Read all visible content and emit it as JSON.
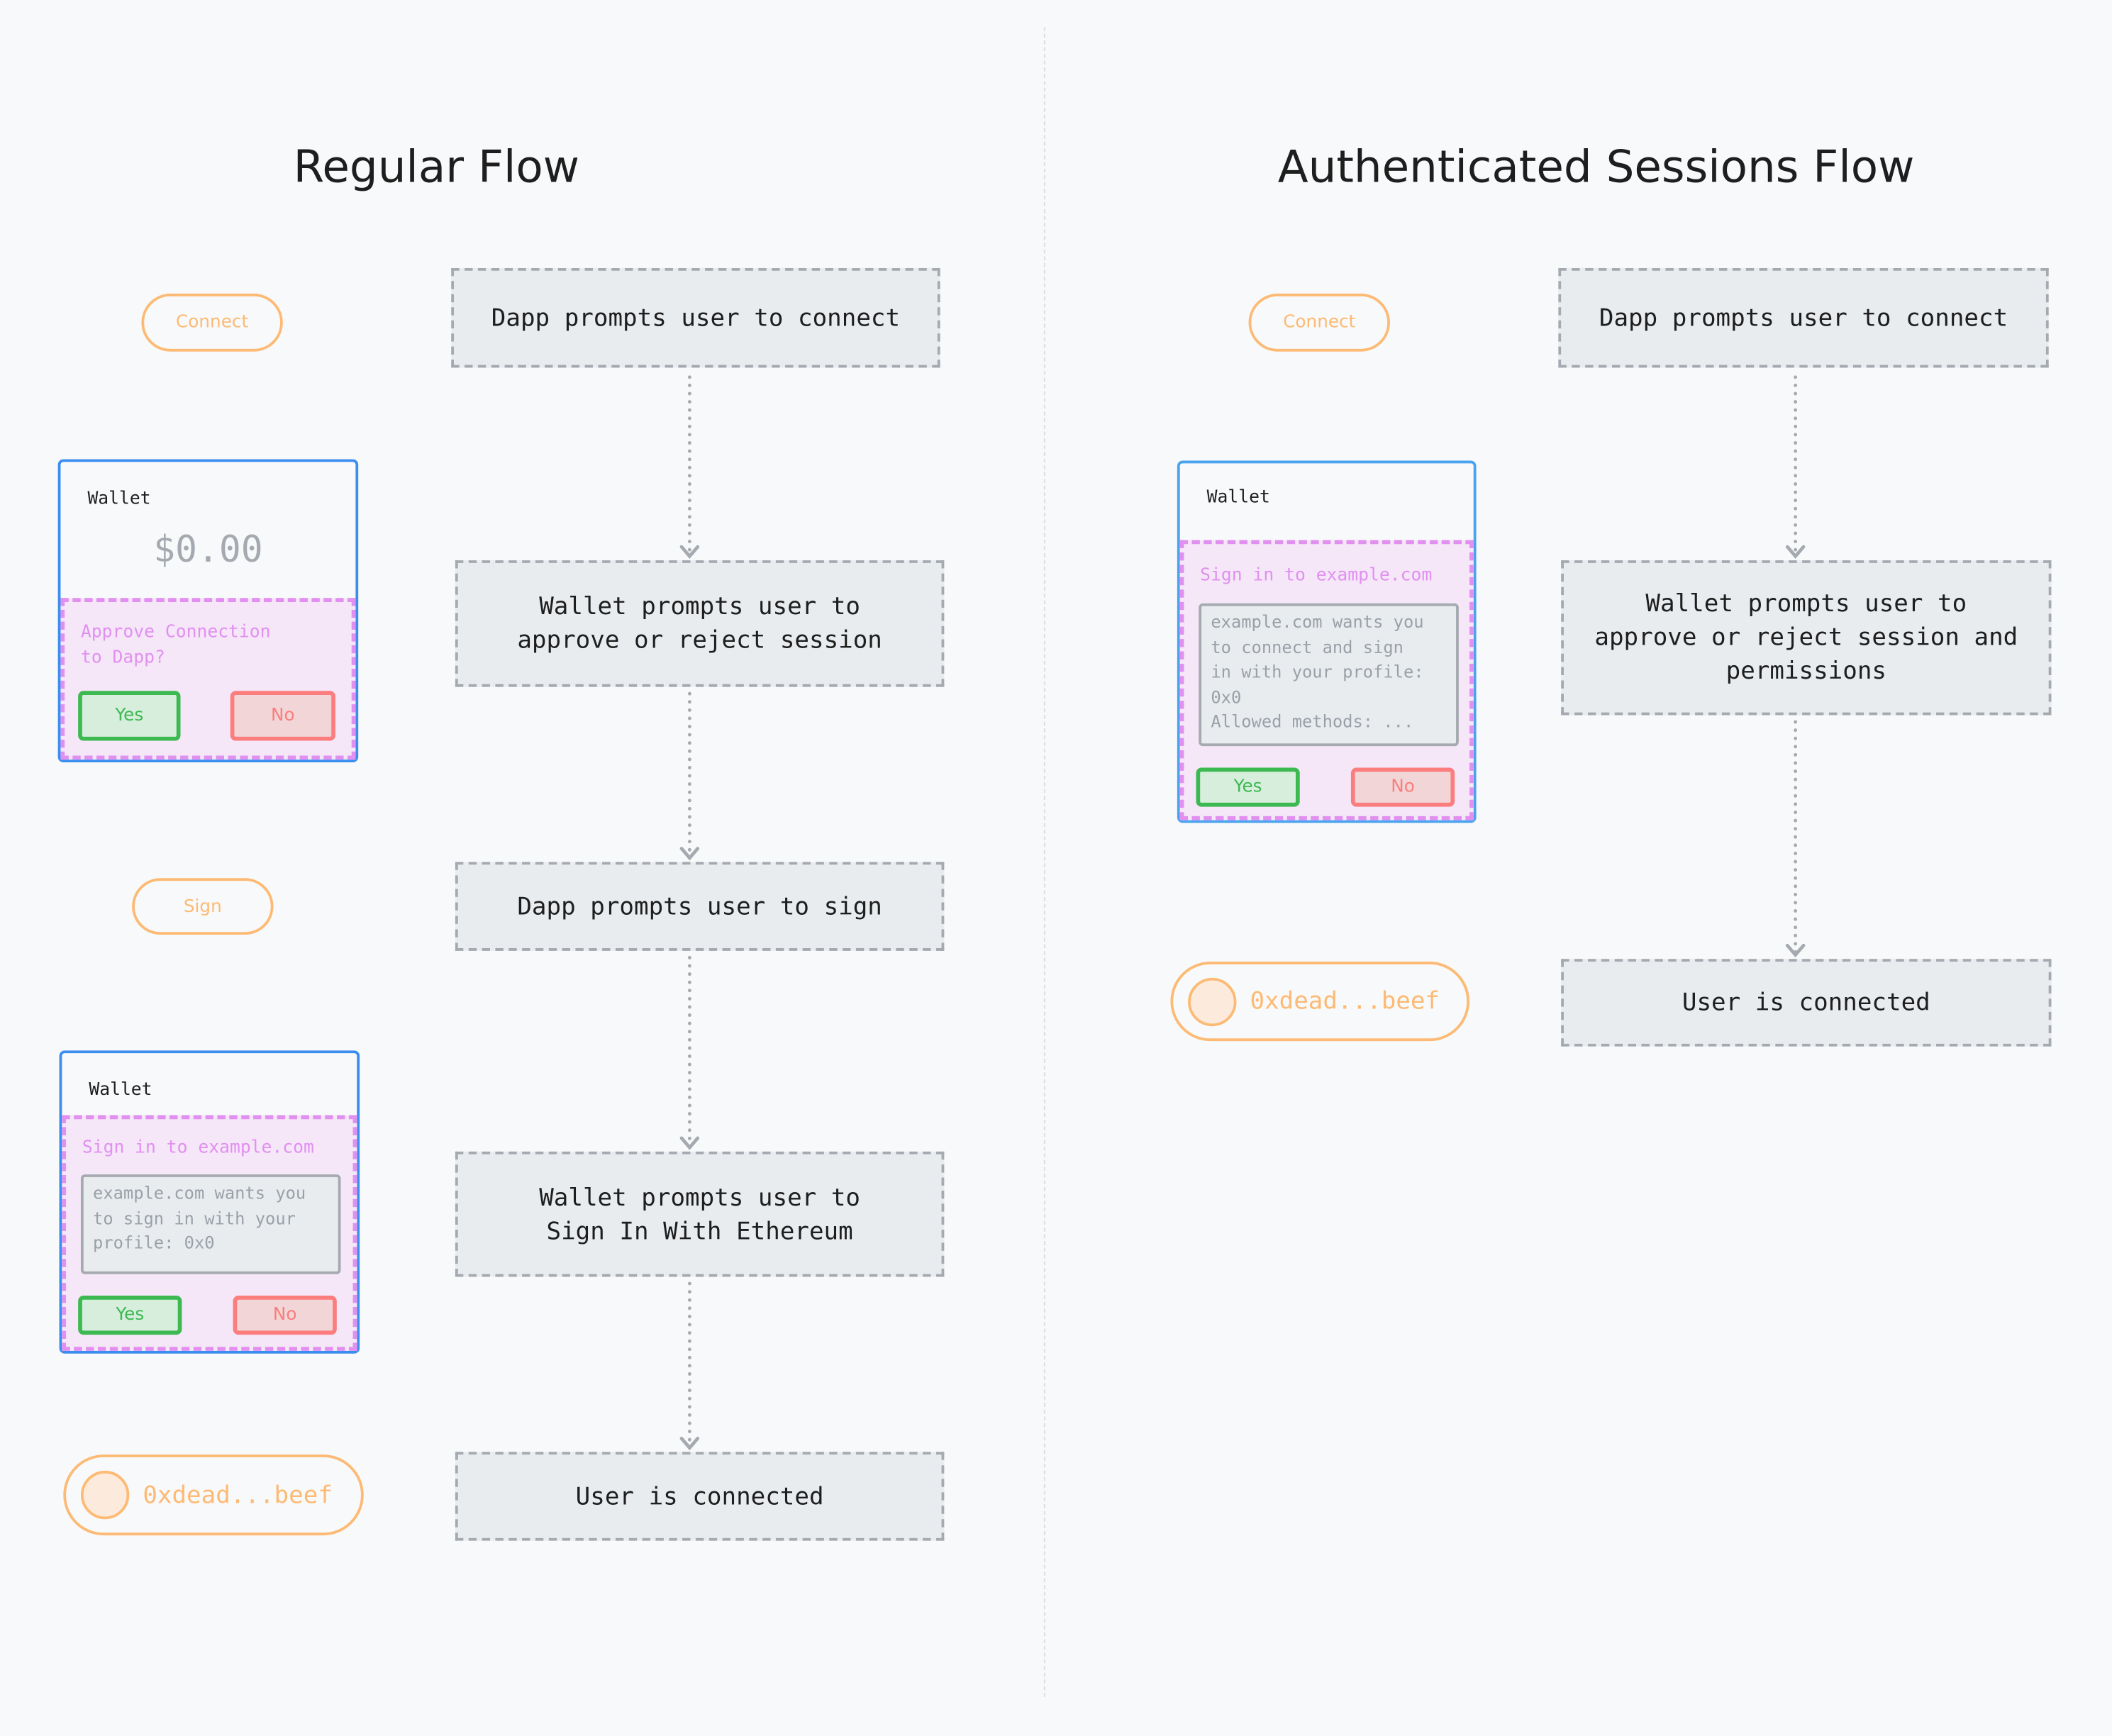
{
  "regular": {
    "title": "Regular Flow",
    "steps": [
      "Dapp prompts user to connect",
      "Wallet prompts user to\napprove or reject session",
      "Dapp prompts user to sign",
      "Wallet prompts user to\nSign In With Ethereum",
      "User is connected"
    ],
    "connect_button": "Connect",
    "sign_button": "Sign",
    "wallet1": {
      "title": "Wallet",
      "balance": "$0.00",
      "prompt": "Approve Connection\nto Dapp?",
      "yes": "Yes",
      "no": "No"
    },
    "wallet2": {
      "title": "Wallet",
      "prompt": "Sign in to example.com",
      "message": "example.com wants you\nto sign in with your\nprofile: 0x0",
      "yes": "Yes",
      "no": "No"
    },
    "address": "0xdead...beef"
  },
  "authenticated": {
    "title": "Authenticated Sessions Flow",
    "steps": [
      "Dapp prompts user to connect",
      "Wallet prompts user to\napprove or reject session and\npermissions",
      "User is connected"
    ],
    "connect_button": "Connect",
    "wallet": {
      "title": "Wallet",
      "prompt": "Sign in to example.com",
      "message": "example.com wants you\nto connect and sign\nin with your profile:\n0x0\nAllowed methods: ...",
      "yes": "Yes",
      "no": "No"
    },
    "address": "0xdead...beef"
  },
  "colors": {
    "accent_orange": "#fdba74",
    "wallet_blue": "#3b8ef0",
    "panel_pink": "#e190f0",
    "yes_green": "#3cb950",
    "no_red": "#fb7d7d",
    "box_gray": "#e9ecef"
  }
}
